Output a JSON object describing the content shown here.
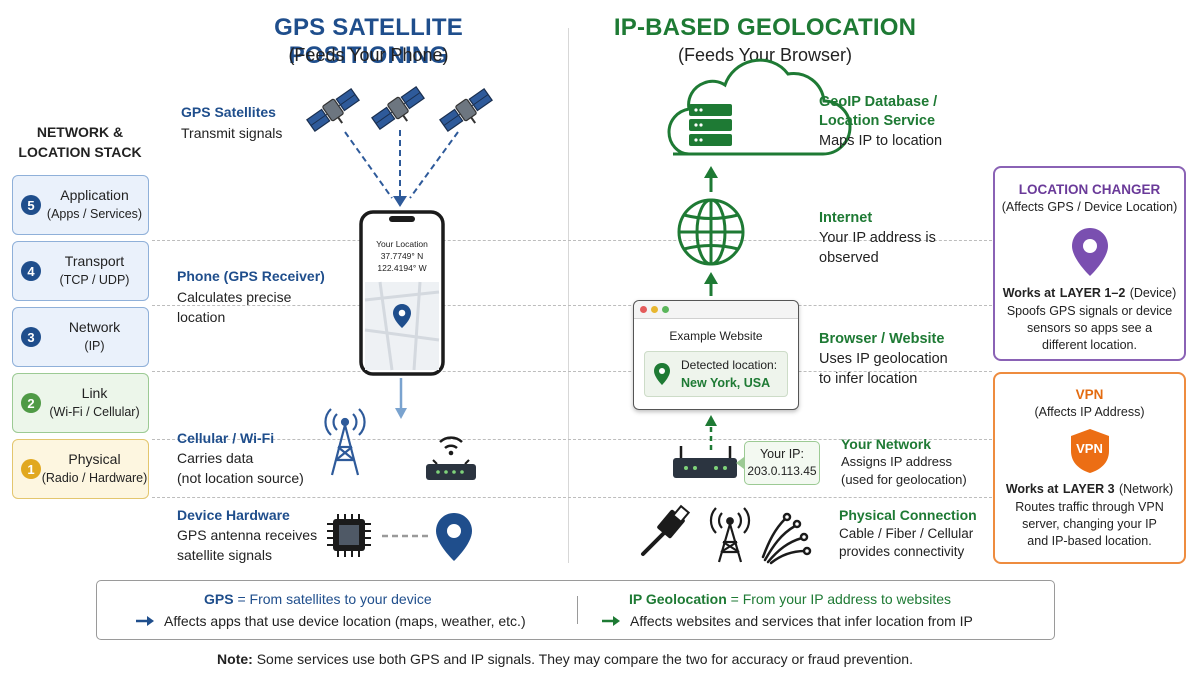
{
  "gps": {
    "title": "GPS SATELLITE POSITIONING",
    "subtitle": "(Feeds Your Phone)",
    "satellites_title": "GPS Satellites",
    "satellites_desc": "Transmit signals",
    "phone_title": "Phone (GPS Receiver)",
    "phone_desc_1": "Calculates precise",
    "phone_desc_2": "location",
    "cell_title": "Cellular / Wi-Fi",
    "cell_desc_1": "Carries data",
    "cell_desc_2": "(not location source)",
    "hw_title": "Device Hardware",
    "hw_desc_1": "GPS antenna receives",
    "hw_desc_2": "satellite signals",
    "screen_heading": "Your Location",
    "screen_lat": "37.7749° N",
    "screen_lon": "122.4194° W"
  },
  "ip": {
    "title": "IP-BASED GEOLOCATION",
    "subtitle": "(Feeds Your Browser)",
    "db_title_1": "GeoIP Database /",
    "db_title_2": "Location Service",
    "db_desc": "Maps IP to location",
    "internet_title": "Internet",
    "internet_desc_1": "Your IP address is",
    "internet_desc_2": "observed",
    "browser_title": "Browser / Website",
    "browser_desc_1": "Uses IP geolocation",
    "browser_desc_2": "to infer location",
    "website_name": "Example Website",
    "detected_label": "Detected location:",
    "detected_value": "New York, USA",
    "network_title": "Your Network",
    "network_desc_1": "Assigns IP address",
    "network_desc_2": "(used for geolocation)",
    "your_ip_label": "Your IP:",
    "your_ip_value": "203.0.113.45",
    "physical_title": "Physical Connection",
    "physical_desc_1": "Cable / Fiber / Cellular",
    "physical_desc_2": "provides connectivity"
  },
  "stack": {
    "title_1": "NETWORK &",
    "title_2": "LOCATION STACK",
    "layers": [
      {
        "num": "5",
        "name": "Application",
        "desc": "(Apps / Services)"
      },
      {
        "num": "4",
        "name": "Transport",
        "desc": "(TCP / UDP)"
      },
      {
        "num": "3",
        "name": "Network",
        "desc": "(IP)"
      },
      {
        "num": "2",
        "name": "Link",
        "desc": "(Wi-Fi / Cellular)"
      },
      {
        "num": "1",
        "name": "Physical",
        "desc": "(Radio / Hardware)"
      }
    ]
  },
  "location_changer": {
    "title": "LOCATION CHANGER",
    "subtitle": "(Affects GPS / Device Location)",
    "works_at": "Works at",
    "layer": "LAYER 1–2",
    "layer_note": "(Device)",
    "desc_1": "Spoofs GPS signals or device",
    "desc_2": "sensors so apps see a",
    "desc_3": "different location."
  },
  "vpn": {
    "title": "VPN",
    "subtitle": "(Affects IP Address)",
    "badge": "VPN",
    "works_at": "Works at",
    "layer": "LAYER 3",
    "layer_note": "(Network)",
    "desc_1": "Routes traffic through VPN",
    "desc_2": "server, changing your IP",
    "desc_3": "and IP-based location."
  },
  "legend": {
    "gps_term": "GPS",
    "gps_def": "= From satellites to your device",
    "gps_effect": "Affects apps that use device location (maps, weather, etc.)",
    "ip_term": "IP Geolocation",
    "ip_def": "= From your IP address to websites",
    "ip_effect": "Affects websites and services that infer location from IP"
  },
  "note": {
    "label": "Note:",
    "text": "Some services use both GPS and IP signals. They may compare the two for accuracy or fraud prevention."
  },
  "colors": {
    "gps_blue": "#1f4e8c",
    "ip_green": "#1e7a34",
    "changer_purple": "#6a3a99",
    "vpn_orange": "#e36b10"
  }
}
